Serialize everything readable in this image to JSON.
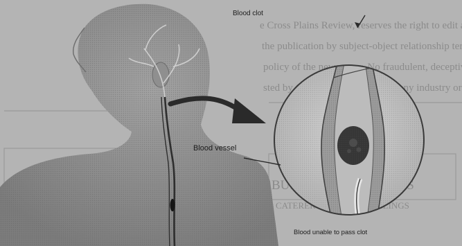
{
  "labels": {
    "blood_clot": "Blood clot",
    "blood_vessel": "Blood vessel",
    "blood_unable": "Blood unable to pass clot"
  },
  "bleed_through": {
    "line1": "e Cross Plains Review, reserves the right to edit any and",
    "line2": "the publication by subject-object relationship terminology",
    "line3": "policy of the newspaper. No fraudulent, deceptive or misle",
    "line4": "sted by Cross Plains Review for any industry or ho",
    "line5": "BUSINESS OR NOTICES",
    "line6": "CATERER SERVICE / SPELLINGS"
  },
  "colors": {
    "paper": "#b4b4b4",
    "ink": "#1c1c1c",
    "figure": "#8a8a8a",
    "magnifier": "#c8c8c8",
    "clot": "#3a3a3a"
  }
}
